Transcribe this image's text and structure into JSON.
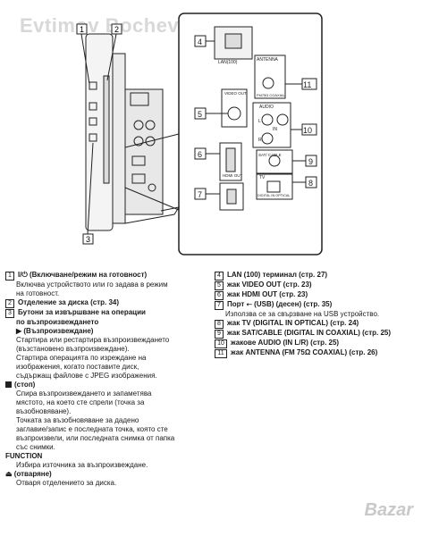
{
  "watermarks": {
    "top": "Evtimov Bochev",
    "bottom": "Bazar"
  },
  "figure": {
    "callouts": [
      "1",
      "2",
      "3",
      "4",
      "5",
      "6",
      "7",
      "8",
      "9",
      "10",
      "11"
    ],
    "labels": {
      "lan": "LAN(100)",
      "antenna": "ANTENNA",
      "fm": "FM75Ω COAXIAL",
      "video_out": "VIDEO OUT",
      "audio": "AUDIO",
      "l": "L",
      "in": "IN",
      "r": "R",
      "hdmi_out": "HDMI OUT",
      "sat_cable": "SAT/ CABLE",
      "tv": "TV",
      "digital_in_optical": "DIGITAL IN OPTICAL"
    }
  },
  "legend_left": [
    {
      "num": "1",
      "title": "I/⏻ (Включване/режим на готовност)",
      "desc": [
        "Включва устройството или го задава в режим",
        "на готовност."
      ]
    },
    {
      "num": "2",
      "title": "Отделение за диска (стр. 34)",
      "desc": []
    },
    {
      "num": "3",
      "title": "Бутони за извършване на операции",
      "title2": "по възпроизвеждането",
      "play": "▶ (Възпроизвеждане)",
      "desc": [
        "Стартира или рестартира възпроизвеждането",
        "(възстановено възпроизвеждане).",
        "Стартира операцията по изреждане на",
        "изображения, когато поставите диск,",
        "съдържащ файлове с JPEG изображения."
      ],
      "stop": "(стоп)",
      "stop_desc": [
        "Спира възпроизвеждането и запаметява",
        "мястото, на което сте спрели (точка за",
        "възобновяване).",
        "Точката за възобновяване за дадено",
        "заглавие/запис е последната точка, която сте",
        "възпроизвели, или последната снимка от папка",
        "със снимки."
      ],
      "function": "FUNCTION",
      "function_desc": [
        "Избира източника за възпроизвеждане."
      ],
      "eject": "⏏ (отваряне)",
      "eject_desc": [
        "Отваря отделението за диска."
      ]
    }
  ],
  "legend_right": [
    {
      "num": "4",
      "title": "LAN (100) терминал (стр. 27)"
    },
    {
      "num": "5",
      "title": "жак VIDEO OUT (стр. 23)"
    },
    {
      "num": "6",
      "title": "жак HDMI OUT (стр. 23)"
    },
    {
      "num": "7",
      "title": "Порт ⭠ (USB) (десен) (стр. 35)",
      "desc": [
        "Използва се за свързване на USB устройство."
      ]
    },
    {
      "num": "8",
      "title": "жак TV (DIGITAL IN OPTICAL) (стр. 24)"
    },
    {
      "num": "9",
      "title": "жак SAT/CABLE (DIGITAL IN COAXIAL) (стр. 25)"
    },
    {
      "num": "10",
      "title": "жакове AUDIO (IN L/R) (стр. 25)"
    },
    {
      "num": "11",
      "title": "жак ANTENNA (FM 75Ω COAXIAL) (стр. 26)"
    }
  ]
}
